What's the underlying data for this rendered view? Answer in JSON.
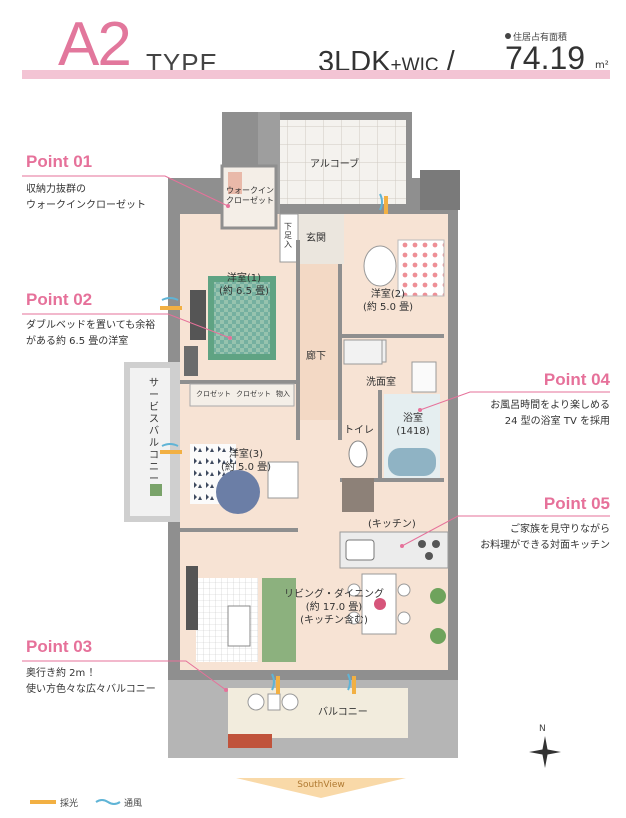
{
  "header": {
    "type_letter": "A2",
    "type_word": "TYPE",
    "plan_type": "3LDK",
    "plan_suffix": "+WIC",
    "separator": "/",
    "area_caption": "住居占有面積",
    "area_value": "74.19",
    "area_unit": "m²"
  },
  "points": [
    {
      "title": "Point 01",
      "lines": [
        "収納力抜群の",
        "ウォークインクローゼット"
      ]
    },
    {
      "title": "Point 02",
      "lines": [
        "ダブルベッドを置いても余裕",
        "がある約 6.5 畳の洋室"
      ]
    },
    {
      "title": "Point 03",
      "lines": [
        "奥行き約 2m ！",
        "使い方色々な広々バルコニー"
      ]
    },
    {
      "title": "Point 04",
      "lines": [
        "お風呂時間をより楽しめる",
        "24 型の浴室 TV を採用"
      ]
    },
    {
      "title": "Point 05",
      "lines": [
        "ご家族を見守りながら",
        "お料理ができる対面キッチン"
      ]
    }
  ],
  "rooms": {
    "alcove": "アルコーブ",
    "wic": "ウォークイン\nクローゼット",
    "shoe": "下足入",
    "entrance": "玄関",
    "western1": "洋室(1)\n(約 6.5 畳)",
    "western2": "洋室(2)\n(約 5.0 畳)",
    "corridor": "廊下",
    "washroom": "洗面室",
    "bathroom": "浴室\n(1418)",
    "toilet": "トイレ",
    "western3": "洋室(3)\n(約 5.0 畳)",
    "service_balcony": "サービスバルコニー",
    "kitchen": "(キッチン)",
    "living": "リビング・ダイニング\n(約 17.0 畳)\n(キッチン含む)",
    "balcony": "バルコニー",
    "storage_a": "クロゼット",
    "storage_b": "クロゼット",
    "storage_c": "物入"
  },
  "legend": {
    "light": "採光",
    "wind": "通風",
    "compass": "N",
    "south_view": "SouthView"
  },
  "colors": {
    "accent": "#e6719a",
    "header_rule": "#f3c4d4",
    "floor": "#f7e3d4",
    "wall": "#8f8f8f",
    "light_arrow": "#f2b043",
    "wind_arrow": "#5fb4d6"
  }
}
